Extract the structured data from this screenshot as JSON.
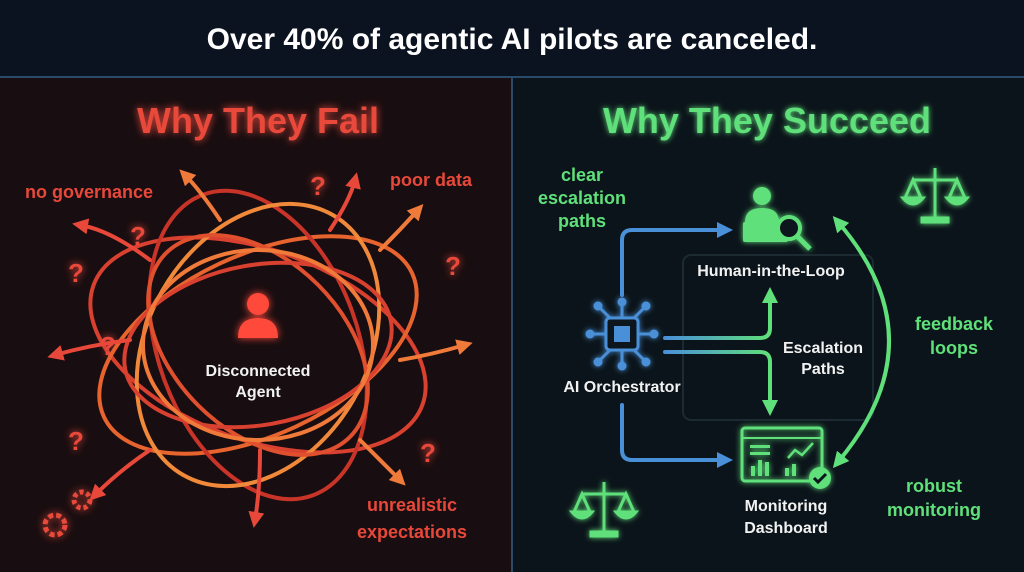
{
  "header": {
    "title": "Over 40% of agentic AI pilots are canceled."
  },
  "fail_panel": {
    "title": "Why They Fail",
    "labels": [
      "no governance",
      "poor data",
      "unrealistic",
      "expectations"
    ],
    "agent_label": [
      "Disconnected",
      "Agent"
    ],
    "question_mark": "?",
    "icons": [
      "person-icon",
      "gear-icon",
      "question-mark-icon",
      "tangled-arrows"
    ]
  },
  "success_panel": {
    "title": "Why They Succeed",
    "clear_escalation": [
      "clear",
      "escalation",
      "paths"
    ],
    "human_in_loop": "Human-in-the-Loop",
    "orchestrator": "AI Orchestrator",
    "escalation_paths": [
      "Escalation",
      "Paths"
    ],
    "monitoring_dashboard": [
      "Monitoring",
      "Dashboard"
    ],
    "feedback_loops": [
      "feedback",
      "loops"
    ],
    "robust_monitoring": [
      "robust",
      "monitoring"
    ],
    "icons": [
      "human-reviewer-icon",
      "chip-icon",
      "dashboard-icon",
      "scales-icon",
      "checkmark-icon"
    ]
  },
  "colors": {
    "fail": "#e8483a",
    "success": "#5fe07a",
    "flow": "#4a90d9",
    "background": "#0a111c"
  }
}
